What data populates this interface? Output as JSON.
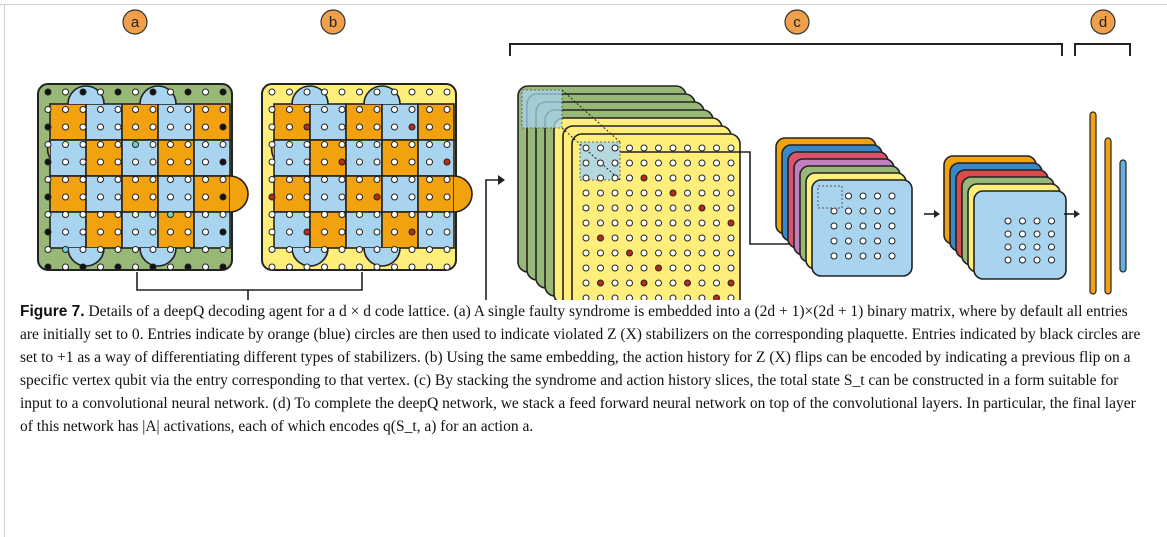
{
  "figure": {
    "panel_labels": [
      "a",
      "b",
      "c",
      "d"
    ],
    "colors": {
      "orange": "#f2a20f",
      "blue": "#a8d4ef",
      "green": "#97b876",
      "yellow": "#ffef7a",
      "badge": "#f0a04a",
      "red": "#b62b1b",
      "teal": "#6ed6d8"
    },
    "conv_stack_colors": [
      "#f2a20f",
      "#3a87c8",
      "#d9526e",
      "#c27fbd",
      "#97b876",
      "#ffef7a",
      "#a8d4ef"
    ],
    "final_stack_colors": [
      "#f2a20f",
      "#3a87c8",
      "#d94a4a",
      "#97b876",
      "#ffef7a",
      "#a8d4ef"
    ]
  },
  "caption": {
    "label": "Figure 7.",
    "text": " Details of a deepQ decoding agent for a d × d code lattice. (a) A single faulty syndrome is embedded into a (2d + 1)×(2d + 1) binary matrix, where by default all entries are initially set to 0. Entries indicate by orange (blue) circles are then used to indicate violated Z (X) stabilizers on the corresponding plaquette. Entries indicated by black circles are set to +1 as a way of differentiating different types of stabilizers. (b) Using the same embedding, the action history for Z (X) flips can be encoded by indicating a previous flip on a specific vertex qubit via the entry corresponding to that vertex. (c) By stacking the syndrome and action history slices, the total state S_t can be constructed in a form suitable for input to a convolutional neural network. (d) To complete the deepQ network, we stack a feed forward neural network on top of the convolutional layers. In particular, the final layer of this network has |A| activations, each of which encodes q(S_t, a) for an action a."
  }
}
